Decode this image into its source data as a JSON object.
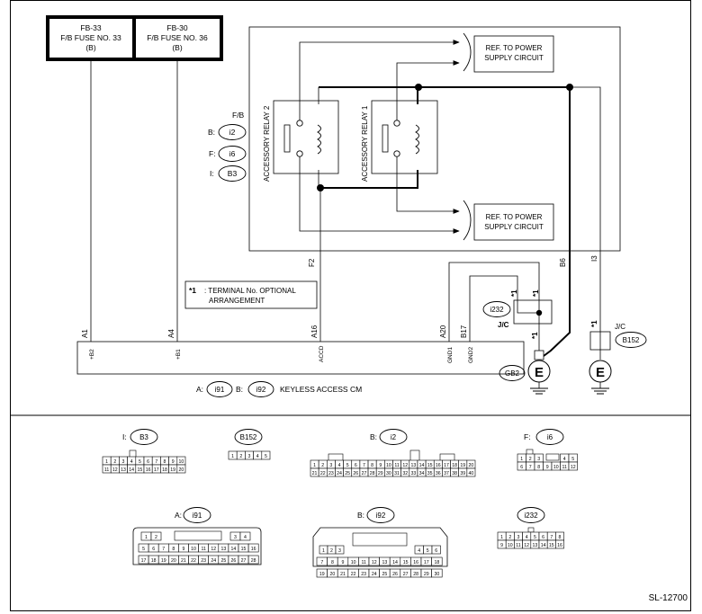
{
  "fuses": [
    {
      "id": "FB-33",
      "name": "F/B FUSE NO. 33",
      "circuit": "(B)"
    },
    {
      "id": "FB-30",
      "name": "F/B FUSE NO. 36",
      "circuit": "(B)"
    }
  ],
  "relay_box": {
    "group_label": "F/B",
    "connectors": [
      {
        "prefix": "B:",
        "code": "i2"
      },
      {
        "prefix": "F:",
        "code": "i6"
      },
      {
        "prefix": "I:",
        "code": "B3"
      }
    ],
    "relay2_label": "ACCESSORY RELAY 2",
    "relay1_label": "ACCESSORY RELAY 1",
    "ref_top": [
      "REF. TO POWER",
      "SUPPLY CIRCUIT"
    ],
    "ref_bottom": [
      "REF. TO POWER",
      "SUPPLY CIRCUIT"
    ]
  },
  "wire_labels": {
    "f2": "F2",
    "b6": "B6",
    "i3": "I3"
  },
  "note": {
    "mark": "*1",
    "line1": ": TERMINAL No. OPTIONAL",
    "line2": "ARRANGEMENT"
  },
  "joint": {
    "code": "i232",
    "jc": "J/C",
    "star": "*1"
  },
  "ground_left": {
    "code": "GB2",
    "symbol": "E"
  },
  "ground_right": {
    "code": "B152",
    "jc": "J/C",
    "star": "*1",
    "symbol": "E"
  },
  "cm": {
    "pins": [
      {
        "num": "A1",
        "name": "+B2"
      },
      {
        "num": "A4",
        "name": "+B1"
      },
      {
        "num": "A16",
        "name": "ACCD"
      },
      {
        "num": "A20",
        "name": "GND1"
      },
      {
        "num": "B17",
        "name": "GND2"
      }
    ],
    "caption_a_prefix": "A:",
    "caption_a": "i91",
    "caption_b_prefix": "B:",
    "caption_b": "i92",
    "caption_name": "KEYLESS ACCESS CM"
  },
  "connector_views": {
    "b3": {
      "prefix": "I:",
      "code": "B3",
      "row1": [
        "1",
        "2",
        "3",
        "4",
        "5",
        "6",
        "7",
        "8",
        "9",
        "10"
      ],
      "row2": [
        "11",
        "12",
        "13",
        "14",
        "15",
        "16",
        "17",
        "18",
        "19",
        "20"
      ]
    },
    "b152": {
      "code": "B152",
      "row1": [
        "1",
        "2",
        "3",
        "4",
        "5"
      ]
    },
    "i2": {
      "prefix": "B:",
      "code": "i2",
      "row1": [
        "1",
        "2",
        "3",
        "4",
        "5",
        "6",
        "7",
        "8",
        "9",
        "10",
        "11",
        "12",
        "13",
        "14",
        "15",
        "16",
        "17",
        "18",
        "19",
        "20"
      ],
      "row2": [
        "21",
        "22",
        "23",
        "24",
        "25",
        "26",
        "27",
        "28",
        "29",
        "30",
        "31",
        "32",
        "33",
        "34",
        "35",
        "36",
        "37",
        "38",
        "39",
        "40"
      ]
    },
    "i6": {
      "prefix": "F:",
      "code": "i6",
      "row1": [
        "1",
        "2",
        "3",
        "",
        "",
        "4",
        "5"
      ],
      "row2": [
        "6",
        "7",
        "8",
        "9",
        "10",
        "11",
        "12"
      ]
    },
    "i91": {
      "prefix": "A:",
      "code": "i91",
      "row1": [
        "1",
        "2",
        "3",
        "4"
      ],
      "row2": [
        "5",
        "6",
        "7",
        "8",
        "9",
        "10",
        "11",
        "12",
        "13",
        "14",
        "15",
        "16"
      ],
      "row3": [
        "17",
        "18",
        "19",
        "20",
        "21",
        "22",
        "23",
        "24",
        "25",
        "26",
        "27",
        "28"
      ]
    },
    "i92": {
      "prefix": "B:",
      "code": "i92",
      "row1": [
        "1",
        "2",
        "3",
        "4",
        "5",
        "6"
      ],
      "row2": [
        "7",
        "8",
        "9",
        "10",
        "11",
        "12",
        "13",
        "14",
        "15",
        "16",
        "17",
        "18"
      ],
      "row3": [
        "19",
        "20",
        "21",
        "22",
        "23",
        "24",
        "25",
        "26",
        "27",
        "28",
        "29",
        "30"
      ]
    },
    "i232": {
      "code": "i232",
      "row1": [
        "1",
        "2",
        "3",
        "4",
        "5",
        "6",
        "7",
        "8"
      ],
      "row2": [
        "9",
        "10",
        "11",
        "12",
        "13",
        "14",
        "15",
        "16"
      ]
    }
  },
  "figure_id": "SL-12700"
}
